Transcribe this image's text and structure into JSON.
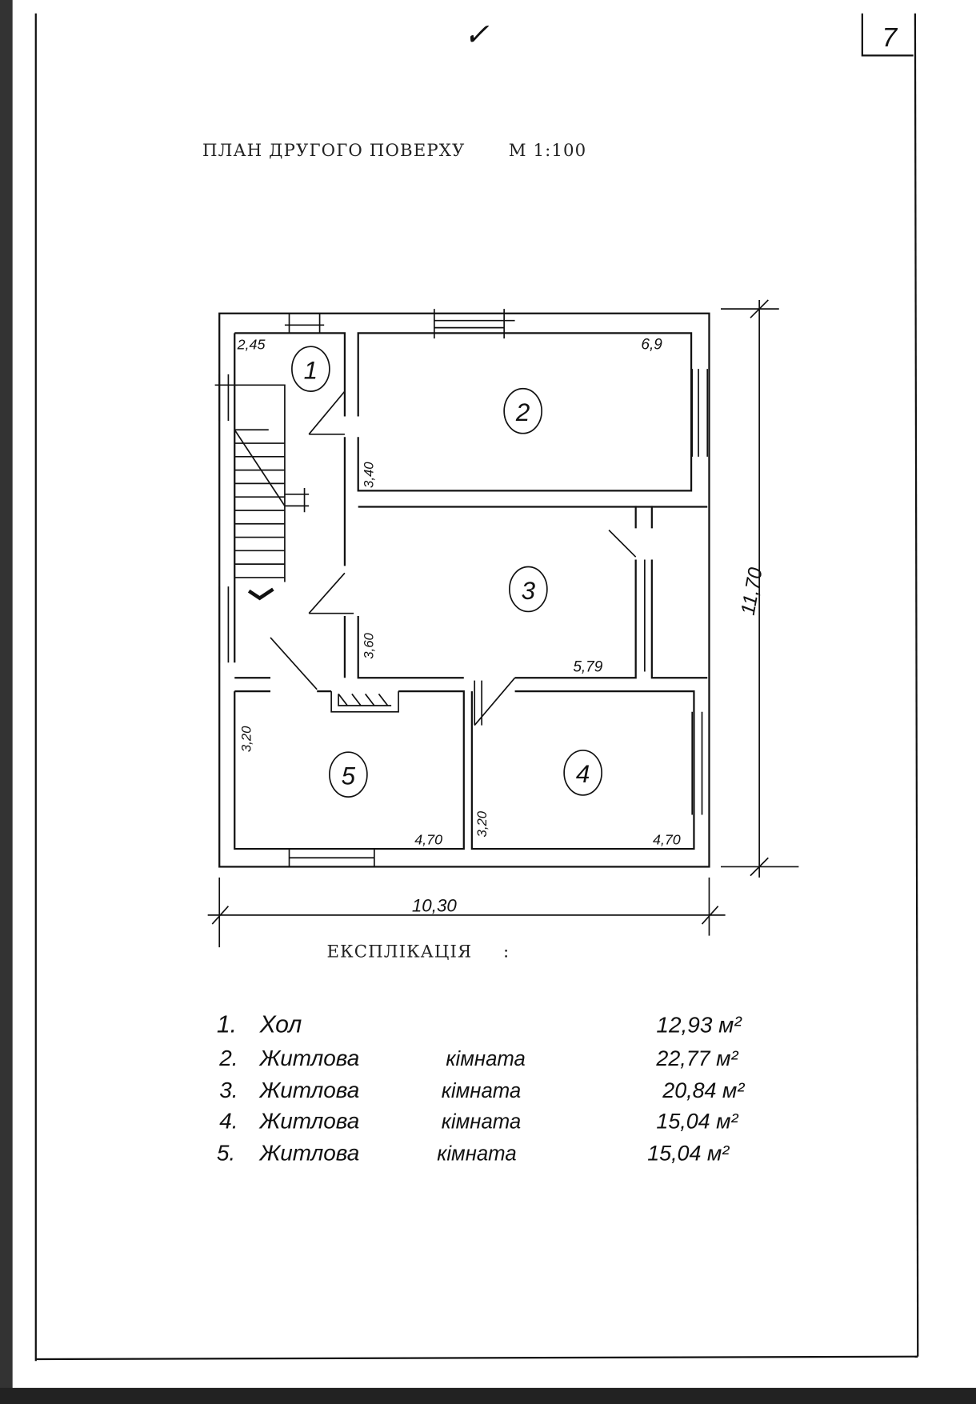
{
  "page_number": "7",
  "check_mark": "✓",
  "title": "ПЛАН ДРУГОГО ПОВЕРХУ",
  "scale": "М 1:100",
  "rooms": [
    {
      "num": "1"
    },
    {
      "num": "2"
    },
    {
      "num": "3"
    },
    {
      "num": "4"
    },
    {
      "num": "5"
    }
  ],
  "dimensions": {
    "hall_width": "2,45",
    "room2_length": "6,9",
    "room2_depth": "3,40",
    "room3_depth": "3,60",
    "room3_length": "5,79",
    "room5_depth": "3,20",
    "room5_width": "4,70",
    "room4_depth": "3,20",
    "room4_width": "4,70",
    "total_width": "10,30",
    "total_length": "11,70"
  },
  "explication": {
    "heading": "ЕКСПЛІКАЦІЯ",
    "colon": ":",
    "items": [
      {
        "num": "1.",
        "name": "Хол",
        "type": "",
        "area": "12,93 м²"
      },
      {
        "num": "2.",
        "name": "Житлова",
        "type": "кімната",
        "area": "22,77 м²"
      },
      {
        "num": "3.",
        "name": "Житлова",
        "type": "кімната",
        "area": "20,84 м²"
      },
      {
        "num": "4.",
        "name": "Житлова",
        "type": "кімната",
        "area": "15,04 м²"
      },
      {
        "num": "5.",
        "name": "Житлова",
        "type": "кімната",
        "area": "15,04 м²"
      }
    ]
  }
}
